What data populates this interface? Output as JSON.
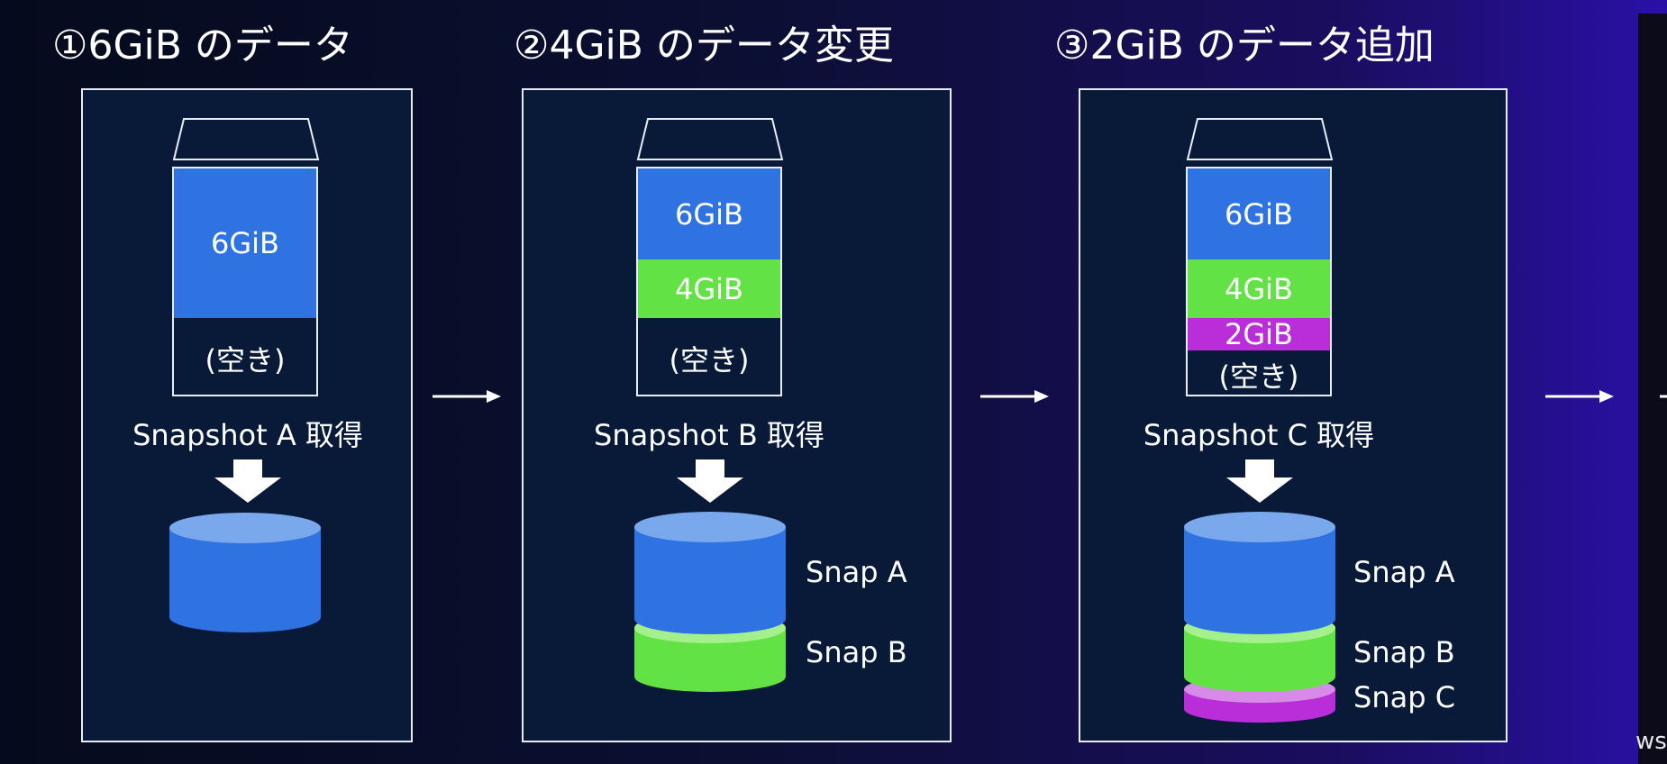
{
  "steps": [
    {
      "title": "①6GiB のデータ",
      "segments": [
        {
          "label": "6GiB",
          "color": "#2f72e2"
        },
        {
          "label": "(空き)",
          "color": "#081a38"
        }
      ],
      "snapshot_label": "Snapshot A 取得",
      "snaps": []
    },
    {
      "title": "②4GiB のデータ変更",
      "segments": [
        {
          "label": "6GiB",
          "color": "#2f72e2"
        },
        {
          "label": "4GiB",
          "color": "#62e245"
        },
        {
          "label": "(空き)",
          "color": "#081a38"
        }
      ],
      "snapshot_label": "Snapshot B 取得",
      "snaps": [
        "Snap A",
        "Snap B"
      ]
    },
    {
      "title": "③2GiB のデータ追加",
      "segments": [
        {
          "label": "6GiB",
          "color": "#2f72e2"
        },
        {
          "label": "4GiB",
          "color": "#62e245"
        },
        {
          "label": "2GiB",
          "color": "#b92ed9"
        },
        {
          "label": "(空き)",
          "color": "#081a38"
        }
      ],
      "snapshot_label": "Snapshot C 取得",
      "snaps": [
        "Snap A",
        "Snap B",
        "Snap C"
      ]
    }
  ],
  "colors": {
    "blue": "#2f72e2",
    "blue_top": "#79a8ec",
    "green": "#62e245",
    "green_top": "#a4f08c",
    "purple": "#b92ed9",
    "purple_top": "#d88ae8"
  },
  "corner_text": "ws"
}
